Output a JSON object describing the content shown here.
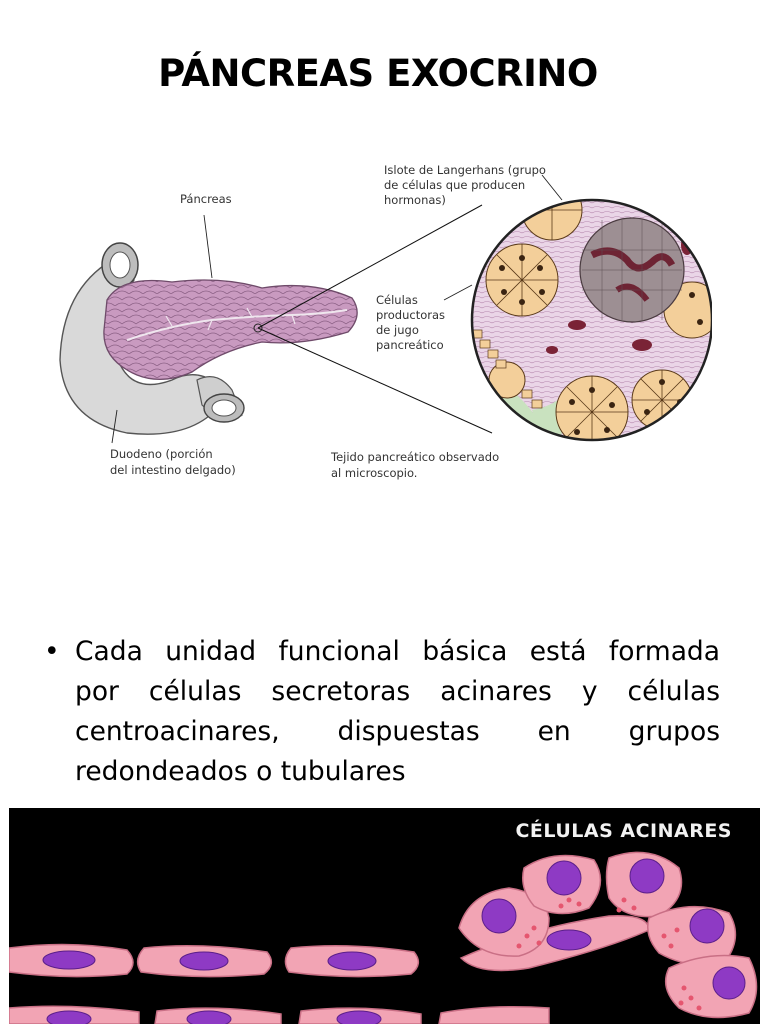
{
  "title": "PÁNCREAS EXOCRINO",
  "figure1": {
    "labels": {
      "pancreas": "Páncreas",
      "islote_1": "Islote de Langerhans (grupo",
      "islote_2": "de células que producen",
      "islote_3": "hormonas)",
      "celulas_1": "Células",
      "celulas_2": "productoras",
      "celulas_3": "de jugo",
      "celulas_4": "pancreático",
      "duodeno_1": "Duodeno (porción",
      "duodeno_2": "del intestino delgado)",
      "tejido_1": "Tejido pancreático observado",
      "tejido_2": "al microscopio."
    },
    "colors": {
      "pancreas": "#c99ac0",
      "duodeno": "#d8d8d8",
      "acinus": "#f3cf9a",
      "islet": "#8a7d80",
      "background": "#e8d3e6",
      "duct": "#c9e2bf"
    }
  },
  "bullet": {
    "lines": [
      "Cada unidad funcional básica está formada",
      "por células secretoras acinares y células",
      "centroacinares, dispuestas en grupos",
      "redondeados o tubulares"
    ]
  },
  "figure2": {
    "title": "CÉLULAS ACINARES",
    "colors": {
      "cell": "#f2a4b4",
      "nucleus": "#8e3ac4",
      "granule": "#e5566f",
      "background": "#000000"
    }
  }
}
